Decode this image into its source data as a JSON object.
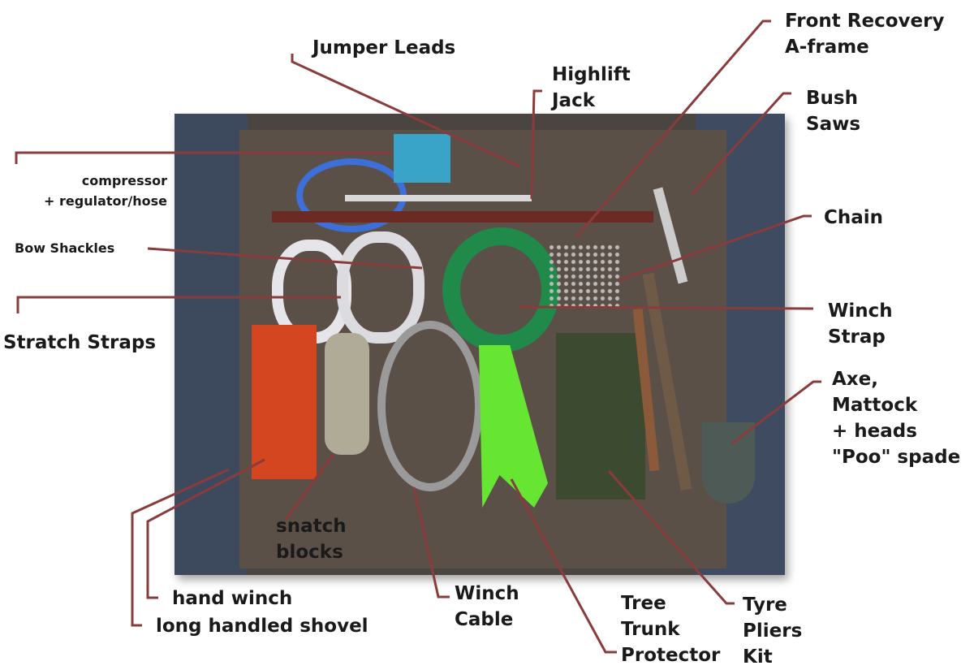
{
  "title": "Recovery gear layout",
  "colors": {
    "leader": "#8a3b3b",
    "background": "#ffffff"
  },
  "labels": {
    "jumper_leads": "Jumper Leads",
    "highlift_jack": [
      "Highlift",
      "Jack"
    ],
    "front_recovery": [
      "Front Recovery",
      "A-frame"
    ],
    "bush_saws": [
      "Bush",
      "Saws"
    ],
    "compressor": [
      "compressor",
      "+ regulator/hose"
    ],
    "bow_shackles": "Bow Shackles",
    "chain": "Chain",
    "stratch_straps": "Stratch Straps",
    "winch_strap": [
      "Winch",
      "Strap"
    ],
    "axe": [
      "Axe,",
      "Mattock",
      "+ heads",
      "\"Poo\" spade"
    ],
    "snatch_blocks": [
      "snatch",
      "blocks"
    ],
    "hand_winch": "hand winch",
    "long_shovel": "long handled shovel",
    "winch_cable": [
      "Winch",
      "Cable"
    ],
    "tree_trunk": [
      "Tree",
      "Trunk",
      "Protector"
    ],
    "tyre_pliers": [
      "Tyre",
      "Pliers",
      "Kit"
    ]
  }
}
